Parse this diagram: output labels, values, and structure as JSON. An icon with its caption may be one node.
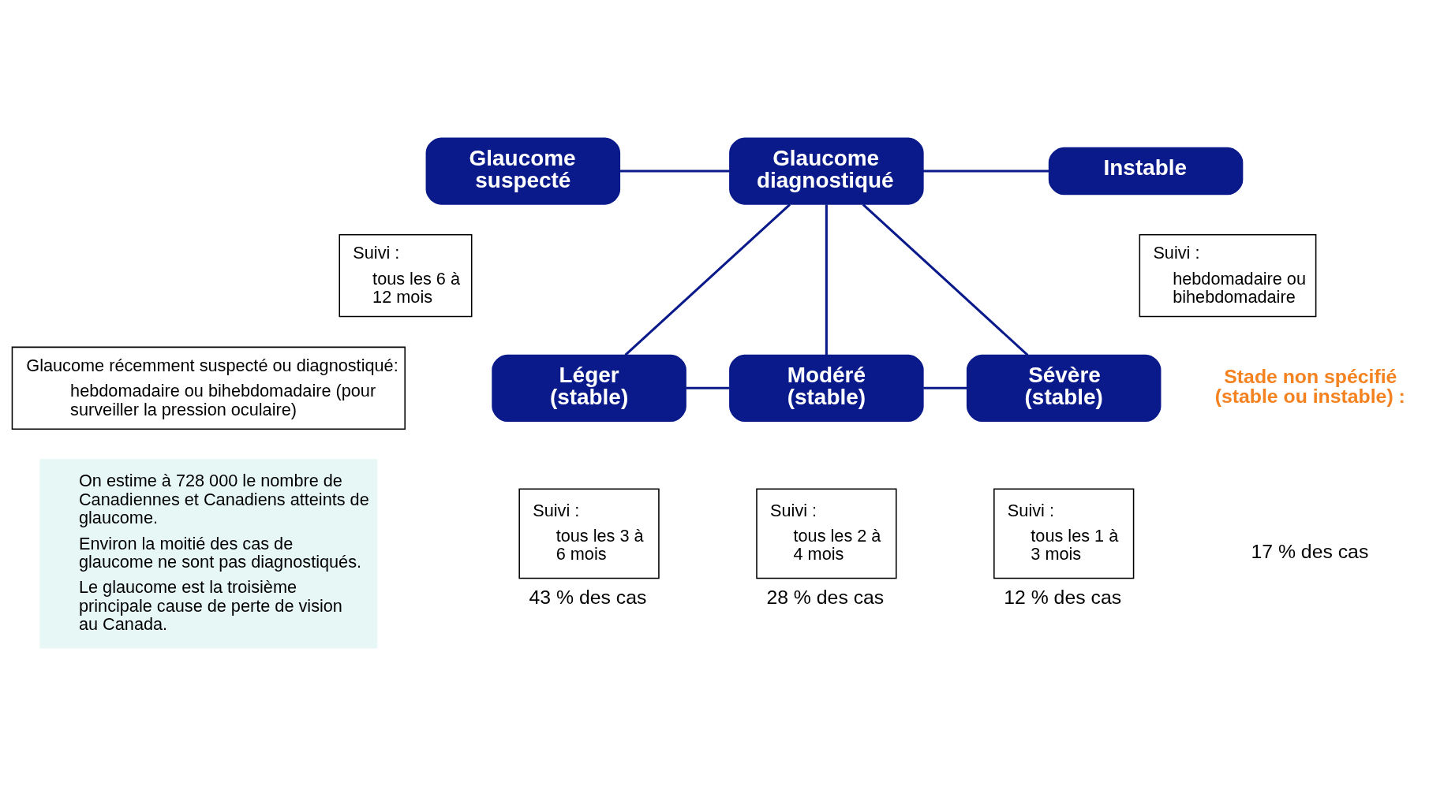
{
  "diagram": {
    "nodes": [
      {
        "text": [
          "Glaucome suspecté"
        ]
      },
      {
        "text": [
          "Glaucome diagnostiqué"
        ]
      },
      {
        "text": [
          "Instable"
        ]
      },
      {
        "text": [
          "Suivi :",
          "tous les 6 à 12 mois"
        ]
      },
      {
        "text": [
          "Suivi :",
          "hebdomadaire ou bihebdomadaire"
        ]
      },
      {
        "text": [
          "Glaucome récemment suspecté ou diagnostiqué:",
          "hebdomadaire ou bihebdomadaire (pour surveiller la pression oculaire)"
        ]
      },
      {
        "text": [
          "Léger (stable)"
        ]
      },
      {
        "text": [
          "Modéré (stable)"
        ]
      },
      {
        "text": [
          "Sévère (stable)"
        ]
      },
      {
        "text": [
          "Suivi :",
          "tous les 3 à 6 mois"
        ],
        "beside": [
          "43 % des cas"
        ]
      },
      {
        "text": [
          "Suivi :",
          "tous les 2 à 4 mois"
        ],
        "beside": [
          "28 % des cas"
        ]
      },
      {
        "text": [
          "Suivi :",
          "tous les 1 à 3 mois"
        ],
        "beside": [
          "12 % des cas"
        ]
      },
      {
        "text": [
          "On estime à 728 000 le nombre de Canadiennes et Canadiens atteints de glaucome.",
          "Environ la moitié des cas de glaucome ne sont pas diagnostiqués.",
          "Le glaucome est la troisième principale cause de perte de vision au Canada."
        ]
      }
    ],
    "edges": [
      {
        "from": 0,
        "to": 1,
        "arrow": "none"
      },
      {
        "from": 1,
        "to": 2,
        "arrow": "none"
      },
      {
        "from": 1,
        "to": 6,
        "arrow": "none"
      },
      {
        "from": 1,
        "to": 7,
        "arrow": "none"
      },
      {
        "from": 1,
        "to": 8,
        "arrow": "none"
      },
      {
        "from": 6,
        "to": 7,
        "arrow": "none"
      },
      {
        "from": 7,
        "to": 8,
        "arrow": "none"
      }
    ],
    "labels": [
      "Stade non spécifié (stable ou instable) :",
      "17 % des cas"
    ]
  }
}
